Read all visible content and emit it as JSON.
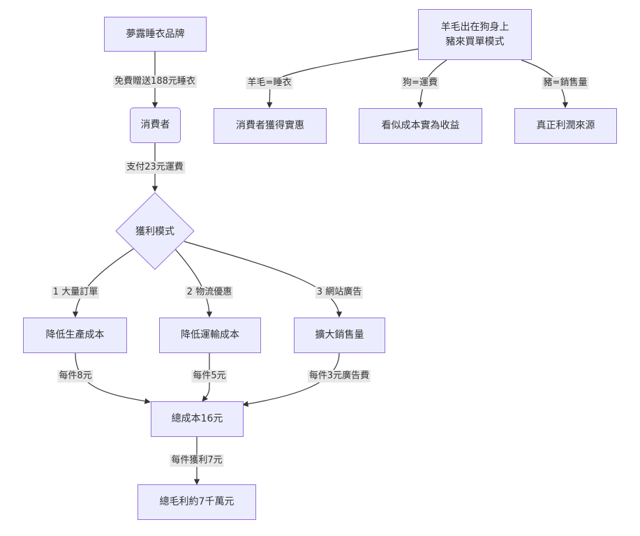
{
  "nodes": {
    "brand": "夢露睡衣品牌",
    "consumer": "消費者",
    "profit_model": "獲利模式",
    "reduce_prod": "降低生產成本",
    "reduce_ship": "降低運輸成本",
    "expand_sales": "擴大銷售量",
    "total_cost": "總成本16元",
    "total_profit": "總毛利約7千萬元",
    "wool_line1": "羊毛出在狗身上",
    "wool_line2": "豬來買單模式",
    "wool_consumer": "消費者獲得實惠",
    "apparent_revenue": "看似成本實為收益",
    "true_profit": "真正利潤來源"
  },
  "edges": {
    "brand_to_consumer": "免費贈送188元睡衣",
    "consumer_to_model": "支付23元運費",
    "model_to_prod": "1 大量訂單",
    "model_to_ship": "2 物流優惠",
    "model_to_sales": "3 網站廣告",
    "prod_to_total": "每件8元",
    "ship_to_total": "每件5元",
    "sales_to_total": "每件3元廣告費",
    "total_to_profit": "每件獲利7元",
    "wool_sheep": "羊毛=睡衣",
    "wool_dog": "狗=運費",
    "wool_pig": "豬=銷售量"
  },
  "colors": {
    "node_fill": "#ececff",
    "node_border": "#9370db",
    "edge": "#333333",
    "label_bg": "#e8e8e8"
  }
}
